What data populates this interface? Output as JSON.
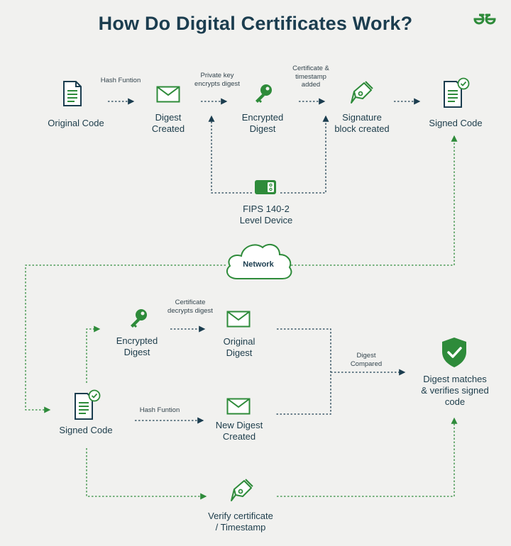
{
  "title": "How Do Digital Certificates Work?",
  "logo_text": "GG",
  "top_flow": {
    "original_code": "Original Code",
    "hash_function": "Hash Funtion",
    "digest_created": "Digest\nCreated",
    "private_key_encrypts": "Private key\nencrypts digest",
    "encrypted_digest": "Encrypted\nDigest",
    "cert_timestamp_added": "Certificate &\ntimestamp\nadded",
    "signature_block": "Signature\nblock created",
    "signed_code": "Signed Code",
    "fips_device": "FIPS 140-2\nLevel Device"
  },
  "network": "Network",
  "bottom_flow": {
    "encrypted_digest": "Encrypted\nDigest",
    "cert_decrypts": "Certificate\ndecrypts digest",
    "original_digest": "Original\nDigest",
    "signed_code": "Signed Code",
    "hash_function": "Hash Funtion",
    "new_digest": "New Digest\nCreated",
    "digest_compared": "Digest\nCompared",
    "digest_matches": "Digest matches\n& verifies signed\ncode",
    "verify_cert": "Verify certificate\n/ Timestamp"
  },
  "colors": {
    "green": "#2e8b3a",
    "navy": "#1b3d4f",
    "background": "#f1f1ef"
  }
}
